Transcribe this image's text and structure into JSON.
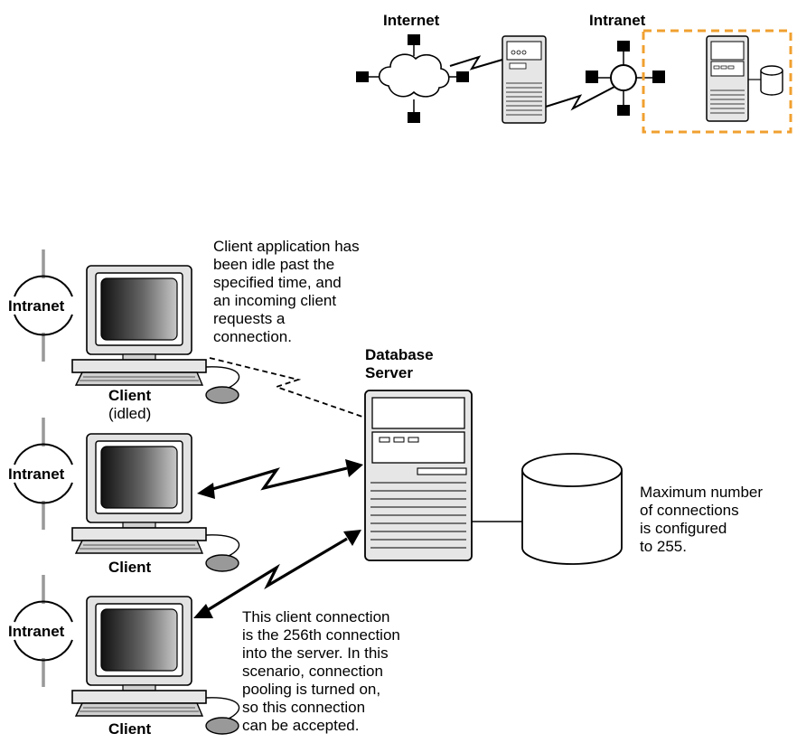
{
  "overview": {
    "internet_label": "Internet",
    "intranet_label": "Intranet",
    "highlight_color": "#F0A030"
  },
  "clients": [
    {
      "intranet_label": "Intranet",
      "label": "Client",
      "sublabel": "(idled)"
    },
    {
      "intranet_label": "Intranet",
      "label": "Client"
    },
    {
      "intranet_label": "Intranet",
      "label": "Client"
    }
  ],
  "server": {
    "title_lines": [
      "Database",
      "Server"
    ]
  },
  "notes": {
    "idle_note": [
      "Client application has",
      "been idle past the",
      "specified time, and",
      "an incoming client",
      "requests a",
      "connection."
    ],
    "max_note": [
      "Maximum number",
      "of connections",
      "is configured",
      "to 255."
    ],
    "pool_note": [
      "This client connection",
      "is the 256th connection",
      "into the server. In this",
      "scenario, connection",
      "pooling is turned on,",
      "so this connection",
      "can be accepted."
    ]
  },
  "colors": {
    "screen_dark": "#222222",
    "screen_light": "#BBBBBB",
    "panel_gray": "#D9D9D9",
    "mouse_gray": "#999999"
  }
}
